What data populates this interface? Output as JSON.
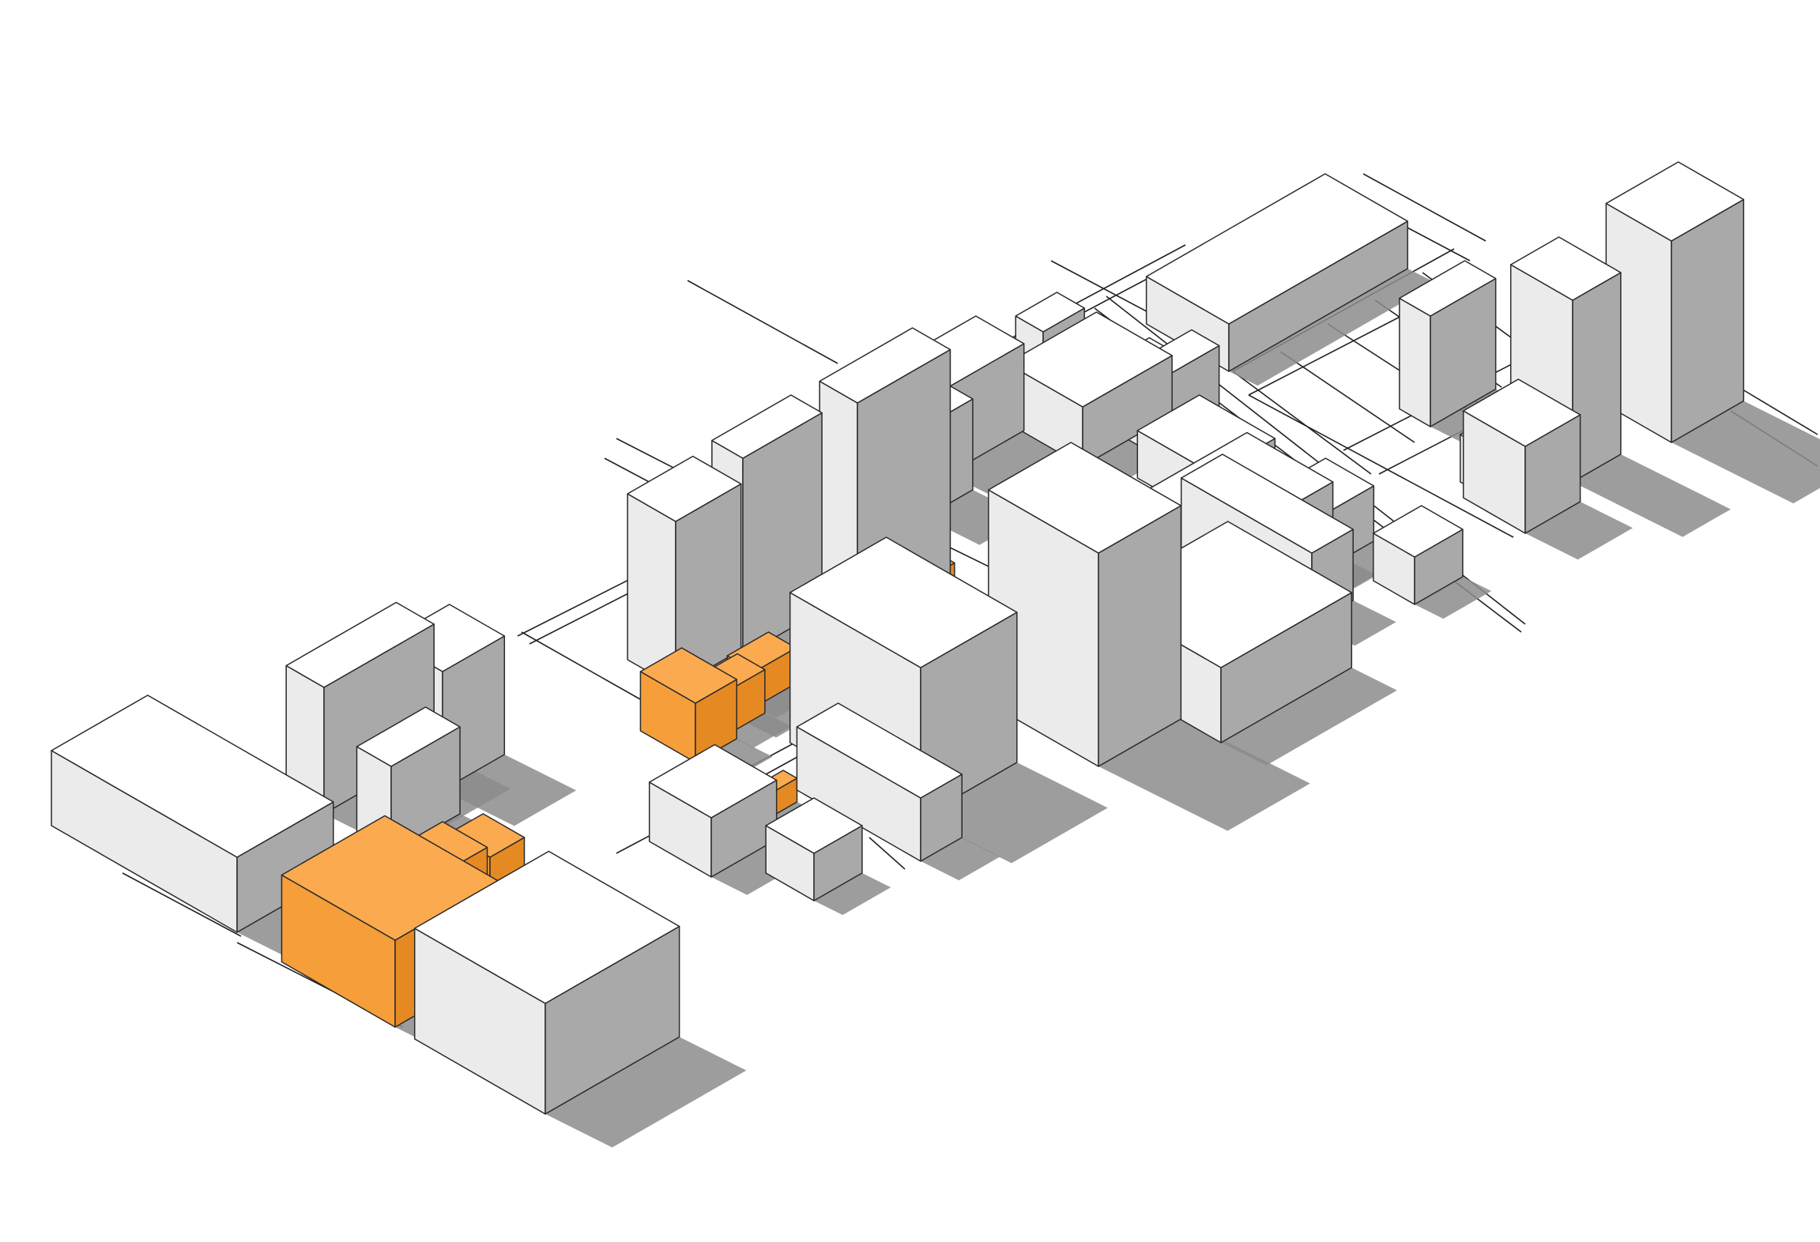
{
  "diagram": {
    "kind": "isometric-massing-model",
    "legend": [],
    "colors": {
      "existing_roof": "#ffffff",
      "existing_left": "#ebebeb",
      "existing_right": "#a9a9a9",
      "highlight_roof": "#fbaa4f",
      "highlight_left": "#f59e3a",
      "highlight_right": "#e58a23",
      "shadow": "#8c8c8c",
      "line": "#222222"
    },
    "buildings": [
      {
        "id": "b01",
        "group": "existing"
      },
      {
        "id": "b02",
        "group": "existing"
      },
      {
        "id": "b03",
        "group": "existing"
      },
      {
        "id": "b04",
        "group": "existing"
      },
      {
        "id": "b05",
        "group": "existing"
      },
      {
        "id": "b06",
        "group": "existing"
      },
      {
        "id": "b07",
        "group": "existing"
      },
      {
        "id": "b08",
        "group": "existing"
      },
      {
        "id": "b09",
        "group": "existing"
      },
      {
        "id": "b10",
        "group": "existing"
      },
      {
        "id": "b11",
        "group": "existing"
      },
      {
        "id": "b12",
        "group": "existing"
      },
      {
        "id": "b13",
        "group": "existing"
      },
      {
        "id": "b14",
        "group": "existing"
      },
      {
        "id": "b15",
        "group": "existing"
      },
      {
        "id": "b16",
        "group": "existing"
      },
      {
        "id": "b17",
        "group": "existing"
      },
      {
        "id": "b18",
        "group": "existing"
      },
      {
        "id": "b19",
        "group": "existing"
      },
      {
        "id": "b20",
        "group": "existing"
      },
      {
        "id": "b21",
        "group": "existing"
      },
      {
        "id": "b22",
        "group": "existing"
      },
      {
        "id": "b23",
        "group": "existing"
      },
      {
        "id": "b24",
        "group": "existing"
      },
      {
        "id": "h01",
        "group": "highlight"
      },
      {
        "id": "h02",
        "group": "highlight"
      },
      {
        "id": "h03",
        "group": "highlight"
      },
      {
        "id": "h04",
        "group": "highlight"
      },
      {
        "id": "h05",
        "group": "highlight"
      },
      {
        "id": "h06",
        "group": "highlight"
      },
      {
        "id": "h07",
        "group": "highlight"
      },
      {
        "id": "h08",
        "group": "highlight"
      },
      {
        "id": "h09",
        "group": "highlight"
      },
      {
        "id": "h10",
        "group": "highlight"
      },
      {
        "id": "h11",
        "group": "highlight"
      }
    ]
  }
}
